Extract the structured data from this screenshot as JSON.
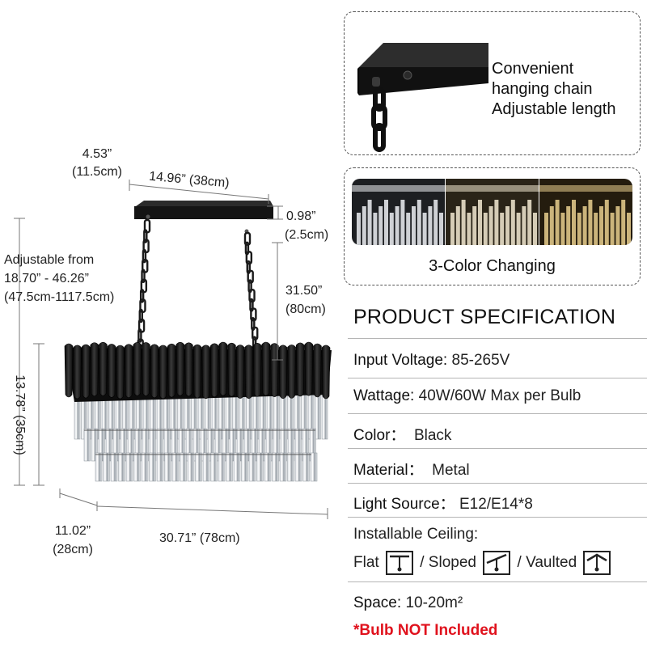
{
  "callout_chain": {
    "line1": "Convenient",
    "line2": "hanging chain",
    "line3": "Adjustable length"
  },
  "callout_color": {
    "label": "3-Color Changing",
    "tones": [
      "#eef1f4",
      "#f3ead2",
      "#e9cf8e"
    ]
  },
  "dimensions": {
    "depth_in": "4.53”",
    "depth_cm": "(11.5cm)",
    "canopy_len": "14.96” (38cm)",
    "canopy_h_in": "0.98”",
    "canopy_h_cm": "(2.5cm)",
    "adjust_l1": "Adjustable from",
    "adjust_l2": "18.70” - 46.26”",
    "adjust_l3": "(47.5cm-1117.5cm)",
    "chain_in": "31.50”",
    "chain_cm": "(80cm)",
    "height": "13.78” (35cm)",
    "width_in": "11.02”",
    "width_cm": "(28cm)",
    "length": "30.71” (78cm)"
  },
  "spec": {
    "title": "PRODUCT SPECIFICATION",
    "voltage_label": "Input Voltage:",
    "voltage_value": "85-265V",
    "wattage_label": "Wattage:",
    "wattage_value": "40W/60W Max per Bulb",
    "color_label": "Color：",
    "color_value": "Black",
    "material_label": "Material：",
    "material_value": "Metal",
    "source_label": "Light Source：",
    "source_value": "E12/E14*8",
    "ceiling_label": "Installable Ceiling:",
    "ceiling_flat": "Flat",
    "ceiling_sep1": "/ Sloped",
    "ceiling_sep2": "/ Vaulted",
    "space_label": "Space:",
    "space_value": "10-20m²",
    "note": "*Bulb NOT Included"
  },
  "colors": {
    "fixture": "#161616",
    "accent_red": "#e0121d",
    "divider": "#b5b5b5"
  }
}
